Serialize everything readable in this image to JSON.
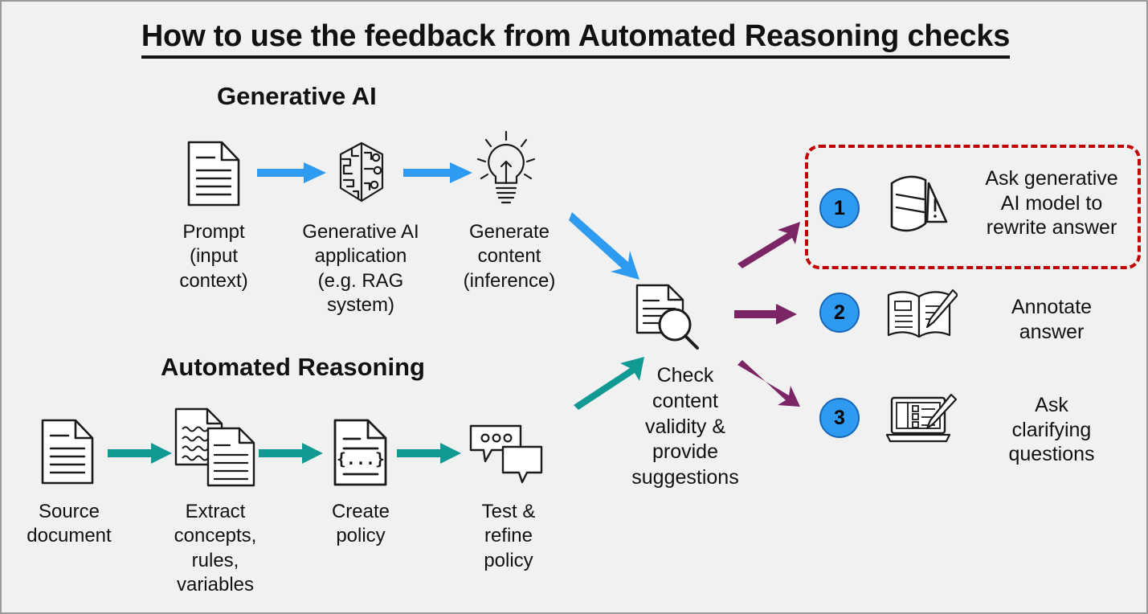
{
  "page": {
    "title": "How to use the feedback from Automated Reasoning checks",
    "background_color": "#f1f1f1",
    "border_color": "#9a9a9a"
  },
  "colors": {
    "genai_arrow": "#2e9bf0",
    "automated_reasoning_arrow": "#119a94",
    "feedback_arrow": "#7b2466",
    "highlight_border": "#c00000",
    "number_badge": "#2e9bf0",
    "text": "#111111"
  },
  "sections": [
    {
      "id": "generative-ai",
      "heading": "Generative AI",
      "steps": [
        {
          "icon": "document-icon",
          "label": "Prompt\n(input\ncontext)"
        },
        {
          "icon": "ai-brain-icon",
          "label": "Generative AI\napplication\n(e.g. RAG\nsystem)"
        },
        {
          "icon": "lightbulb-icon",
          "label": "Generate\ncontent\n(inference)"
        }
      ]
    },
    {
      "id": "automated-reasoning",
      "heading": "Automated Reasoning",
      "steps": [
        {
          "icon": "document-icon",
          "label": "Source\ndocument"
        },
        {
          "icon": "documents-squiggle-icon",
          "label": "Extract\nconcepts,\nrules,\nvariables"
        },
        {
          "icon": "policy-document-icon",
          "label": "Create\npolicy"
        },
        {
          "icon": "chat-bubbles-icon",
          "label": "Test &\nrefine\npolicy"
        }
      ]
    }
  ],
  "check_node": {
    "icon": "document-magnifier-icon",
    "label": "Check\ncontent\nvalidity &\nprovide\nsuggestions"
  },
  "feedback_options": [
    {
      "number": "1",
      "icon": "shield-alert-icon",
      "label": "Ask generative\nAI model to\nrewrite answer",
      "highlighted": true
    },
    {
      "number": "2",
      "icon": "book-pencil-icon",
      "label": "Annotate\nanswer",
      "highlighted": false
    },
    {
      "number": "3",
      "icon": "laptop-checklist-pencil-icon",
      "label": "Ask\nclarifying\nquestions",
      "highlighted": false
    }
  ]
}
